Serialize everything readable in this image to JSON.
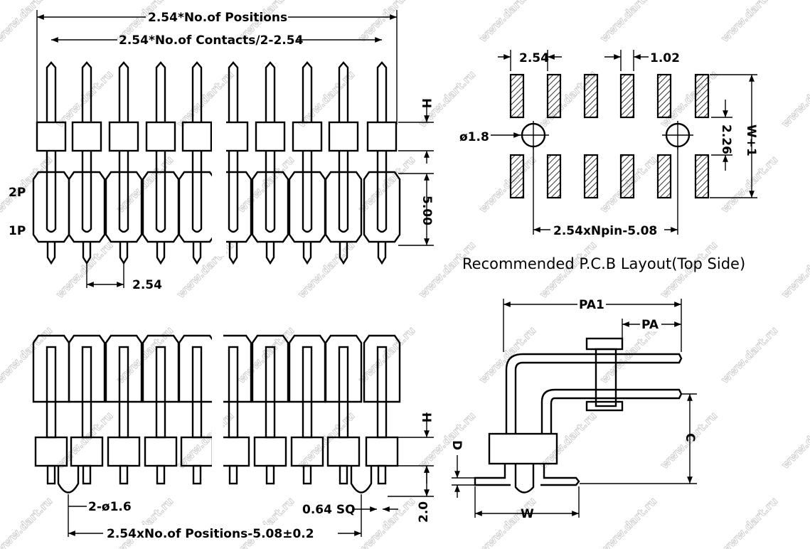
{
  "watermark": "www.dart.ru",
  "top_view": {
    "dim_positions": "2.54*No.of Positions",
    "dim_contacts": "2.54*No.of Contacts/2-2.54",
    "dim_h": "H",
    "row_2p": "2P",
    "row_1p": "1P",
    "dim_height": "5.00",
    "dim_pitch": "2.54"
  },
  "pcb_layout": {
    "dim_pitch": "2.54",
    "dim_pad_width": "1.02",
    "dim_hole": "ø1.8",
    "dim_row": "2.26",
    "dim_w1": "W+1",
    "dim_span": "2.54xNpin-5.08",
    "caption": "Recommended P.C.B Layout(Top Side)"
  },
  "front_view": {
    "dim_h": "H",
    "dim_pegs": "2-ø1.6",
    "dim_sq": "0.64 SQ",
    "dim_peg_len": "2.0",
    "dim_span": "2.54xNo.of Positions-5.08±0.2"
  },
  "side_view": {
    "dim_pa1": "PA1",
    "dim_pa": "PA",
    "dim_c": "C",
    "dim_d": "D",
    "dim_w": "W"
  }
}
